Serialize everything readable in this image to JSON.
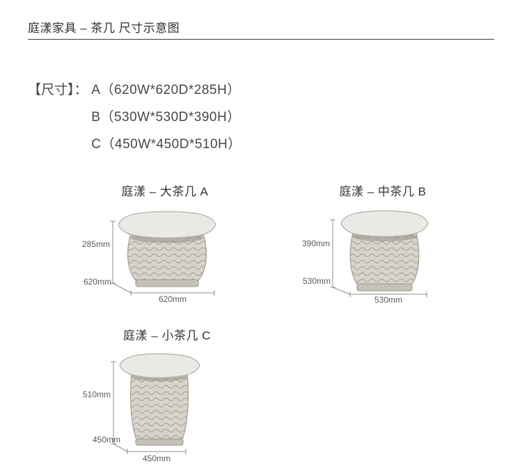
{
  "page": {
    "title": "庭漾家具 – 茶几 尺寸示意图"
  },
  "specs": {
    "label": "【尺寸】：",
    "items": [
      "A（620W*620D*285H）",
      "B（530W*530D*390H）",
      "C（450W*450D*510H）"
    ]
  },
  "diagrams": [
    {
      "title": "庭漾 – 大茶几 A",
      "height": "285mm",
      "depth": "620mm",
      "width": "620mm"
    },
    {
      "title": "庭漾 – 中茶几 B",
      "height": "390mm",
      "depth": "530mm",
      "width": "530mm"
    },
    {
      "title": "庭漾 – 小茶几 C",
      "height": "510mm",
      "depth": "450mm",
      "width": "450mm"
    }
  ],
  "colors": {
    "divider": "#3c3c3c",
    "dimension_line": "#8c8c8c",
    "dimension_text": "#595959",
    "rattan": "#d8d4cc",
    "table_top": "#ebe9e5"
  }
}
